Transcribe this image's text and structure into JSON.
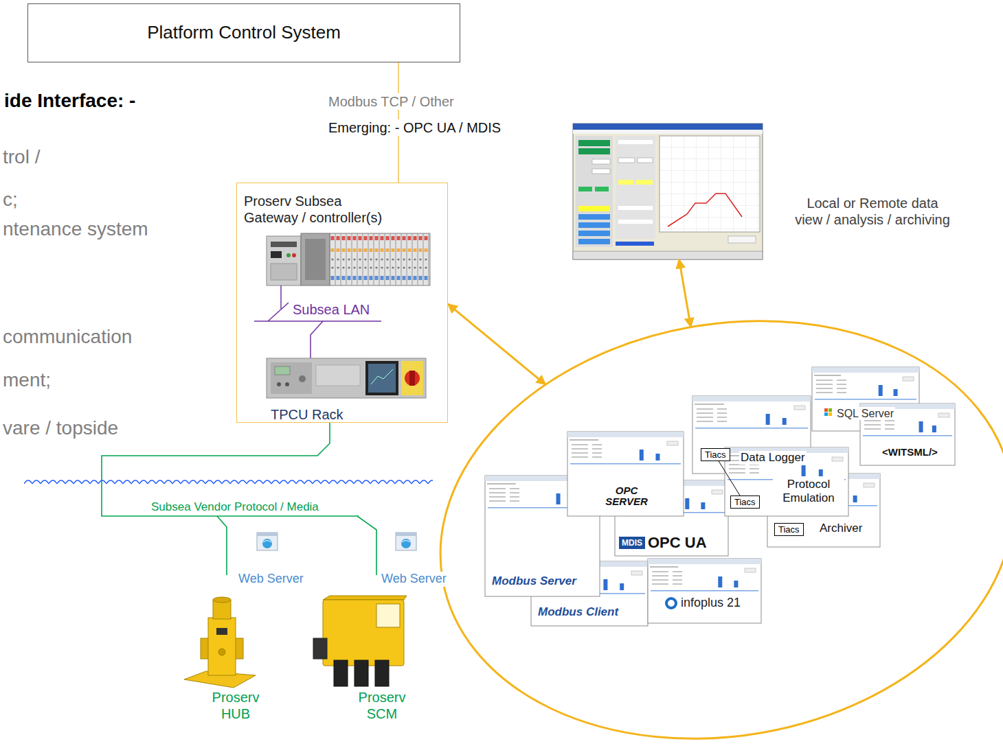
{
  "diagram": {
    "nodes": [
      {
        "text": [
          "Platform Control System"
        ]
      },
      {
        "text": [
          "Proserv Subsea Gateway / controller(s)"
        ]
      },
      {
        "text": [
          "Local or Remote data view / analysis / archiving"
        ]
      },
      {
        "text": []
      },
      {
        "text": [
          "SQL Server"
        ],
        "in": 3
      },
      {
        "text": [
          "Data Logger"
        ],
        "in": 3
      },
      {
        "text": [
          "Tiacs"
        ],
        "in": 5
      },
      {
        "text": [
          "<WITSML/>"
        ],
        "in": 3
      },
      {
        "text": [
          "OPC SERVER"
        ],
        "in": 3
      },
      {
        "text": [
          "Protocol Emulation"
        ],
        "in": 3
      },
      {
        "text": [
          "Tiacs"
        ],
        "in": 9
      },
      {
        "text": [
          "Archiver"
        ],
        "in": 3
      },
      {
        "text": [
          "Tiacs"
        ],
        "in": 11
      },
      {
        "text": [
          "MDIS",
          "OPC UA"
        ],
        "in": 3
      },
      {
        "text": [
          "Modbus Server"
        ],
        "in": 3
      },
      {
        "text": [
          "infoplus 21"
        ],
        "in": 3
      },
      {
        "text": [
          "Modbus Client"
        ],
        "in": 3
      }
    ],
    "edges": [
      {
        "from": 0,
        "to": 1,
        "arrow": "none",
        "label": "Modbus TCP / Other"
      },
      {
        "from": 1,
        "to": 3,
        "arrow": "both"
      },
      {
        "from": 2,
        "to": 3,
        "arrow": "both"
      },
      {
        "from": 6,
        "to": 10,
        "arrow": "none"
      }
    ],
    "labels": [
      "ide Interface: -",
      "trol /",
      "c;",
      "ntenance system",
      "communication",
      "ment;",
      "vare / topside",
      "Emerging: - OPC UA / MDIS",
      "Subsea LAN",
      "TPCU Rack",
      "Subsea Vendor Protocol / Media",
      "Web Server",
      "Web Server",
      "Proserv HUB",
      "Proserv SCM"
    ]
  }
}
